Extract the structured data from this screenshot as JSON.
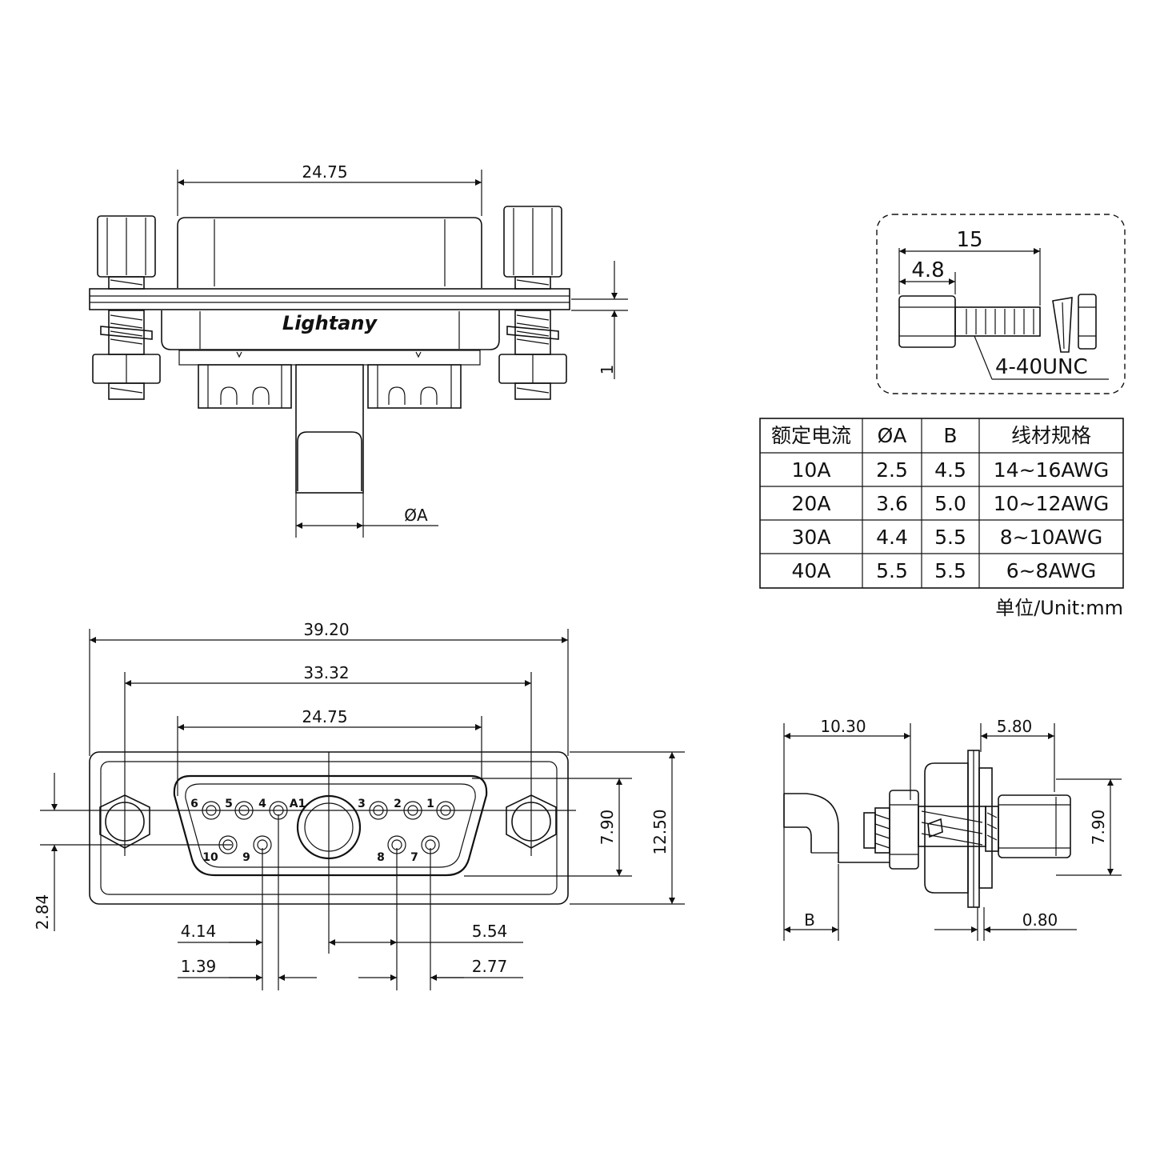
{
  "brand": "Lightany",
  "top_view": {
    "dim_width": "24.75",
    "dim_flange": "1",
    "dim_wire": "ØA"
  },
  "front_view": {
    "dim_overall": "39.20",
    "dim_mount": "33.32",
    "dim_shell": "24.75",
    "dim_height": "12.50",
    "dim_shell_height": "7.90",
    "dim_offset": "2.84",
    "dim_4_14": "4.14",
    "dim_5_54": "5.54",
    "dim_1_39": "1.39",
    "dim_2_77": "2.77",
    "pins_top": [
      "6",
      "5",
      "4",
      "A1",
      "3",
      "2",
      "1"
    ],
    "pins_bottom": [
      "10",
      "9",
      "8",
      "7"
    ]
  },
  "side_view": {
    "dim_depth": "10.30",
    "dim_post": "5.80",
    "dim_height": "7.90",
    "dim_b": "B",
    "dim_panel": "0.80"
  },
  "screw_detail": {
    "dim_total": "15",
    "dim_head": "4.8",
    "thread": "4-40UNC"
  },
  "spec_table": {
    "headers": [
      "额定电流",
      "ØA",
      "B",
      "线材规格"
    ],
    "rows": [
      [
        "10A",
        "2.5",
        "4.5",
        "14~16AWG"
      ],
      [
        "20A",
        "3.6",
        "5.0",
        "10~12AWG"
      ],
      [
        "30A",
        "4.4",
        "5.5",
        "8~10AWG"
      ],
      [
        "40A",
        "5.5",
        "5.5",
        "6~8AWG"
      ]
    ],
    "unit_note": "单位/Unit:mm"
  },
  "colors": {
    "line": "#111111",
    "background": "#ffffff"
  }
}
